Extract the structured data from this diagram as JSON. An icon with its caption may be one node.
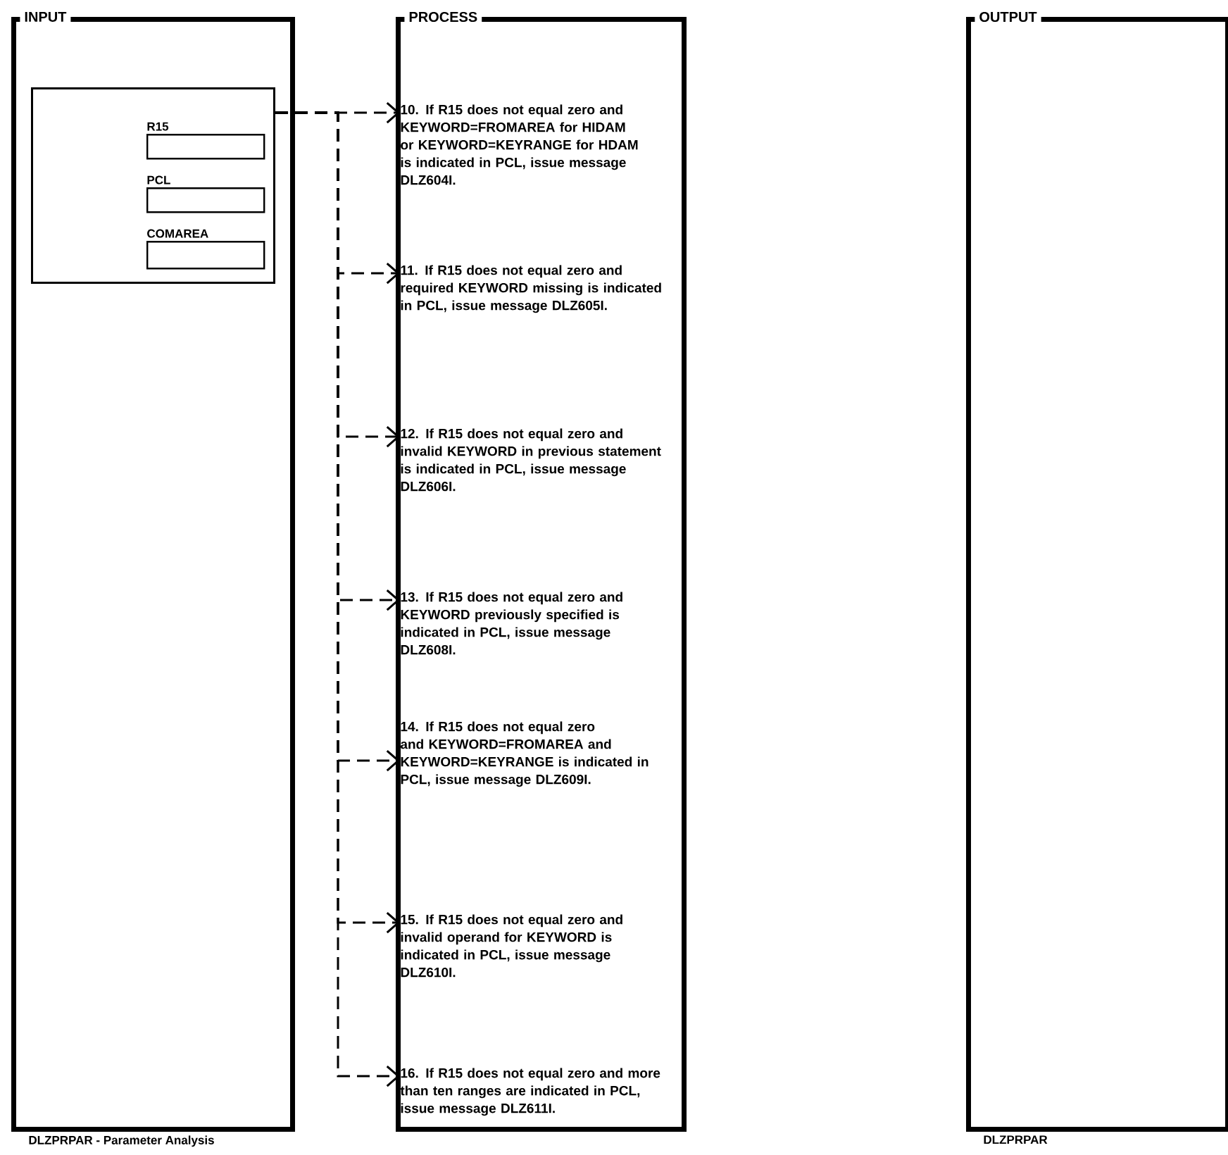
{
  "diagram": {
    "nodes": [
      {
        "text": [
          "INPUT"
        ],
        "beside": [
          "DLZPRPAR - Parameter Analysis"
        ]
      },
      {
        "text": [],
        "shape": "box",
        "in": 0
      },
      {
        "text": [
          "R15"
        ],
        "in": 1
      },
      {
        "text": [
          "PCL"
        ],
        "in": 1
      },
      {
        "text": [
          "COMAREA"
        ],
        "in": 1
      },
      {
        "text": [
          "PROCESS"
        ]
      },
      {
        "text": [
          "10. If R15 does not equal zero and KEYWORD=FROMAREA for HIDAM or KEYWORD=KEYRANGE for HDAM is indicated in PCL, issue message DLZ604I."
        ],
        "in": 5
      },
      {
        "text": [
          "11. If R15 does not equal zero and required KEYWORD missing is indicated in PCL, issue message DLZ605I."
        ],
        "in": 5
      },
      {
        "text": [
          "12. If R15 does not equal zero and invalid KEYWORD in previous statement is indicated in PCL, issue message DLZ606I."
        ],
        "in": 5
      },
      {
        "text": [
          "13. If R15 does not equal zero and KEYWORD previously specified is indicated in PCL, issue message DLZ608I."
        ],
        "in": 5
      },
      {
        "text": [
          "14. If R15 does not equal zero and KEYWORD=FROMAREA and KEYWORD=KEYRANGE is indicated in PCL, issue message DLZ609I."
        ],
        "in": 5
      },
      {
        "text": [
          "15. If R15 does not equal zero and invalid operand for KEYWORD is indicated in PCL, issue message DLZ610I."
        ],
        "in": 5
      },
      {
        "text": [
          "16. If R15 does not equal zero and more than ten ranges are indicated in PCL, issue message DLZ611I."
        ],
        "in": 5
      },
      {
        "text": [
          "OUTPUT"
        ],
        "beside": [
          "DLZPRPAR"
        ]
      }
    ],
    "edges": [
      {
        "from": 1,
        "to": 6,
        "arrow": "to",
        "style": "dashed"
      },
      {
        "from": 1,
        "to": 7,
        "arrow": "to",
        "style": "dashed"
      },
      {
        "from": 1,
        "to": 8,
        "arrow": "to",
        "style": "dashed"
      },
      {
        "from": 1,
        "to": 9,
        "arrow": "to",
        "style": "dashed"
      },
      {
        "from": 1,
        "to": 10,
        "arrow": "to",
        "style": "dashed"
      },
      {
        "from": 1,
        "to": 11,
        "arrow": "to",
        "style": "dashed"
      },
      {
        "from": 1,
        "to": 12,
        "arrow": "to",
        "style": "dashed"
      }
    ]
  }
}
